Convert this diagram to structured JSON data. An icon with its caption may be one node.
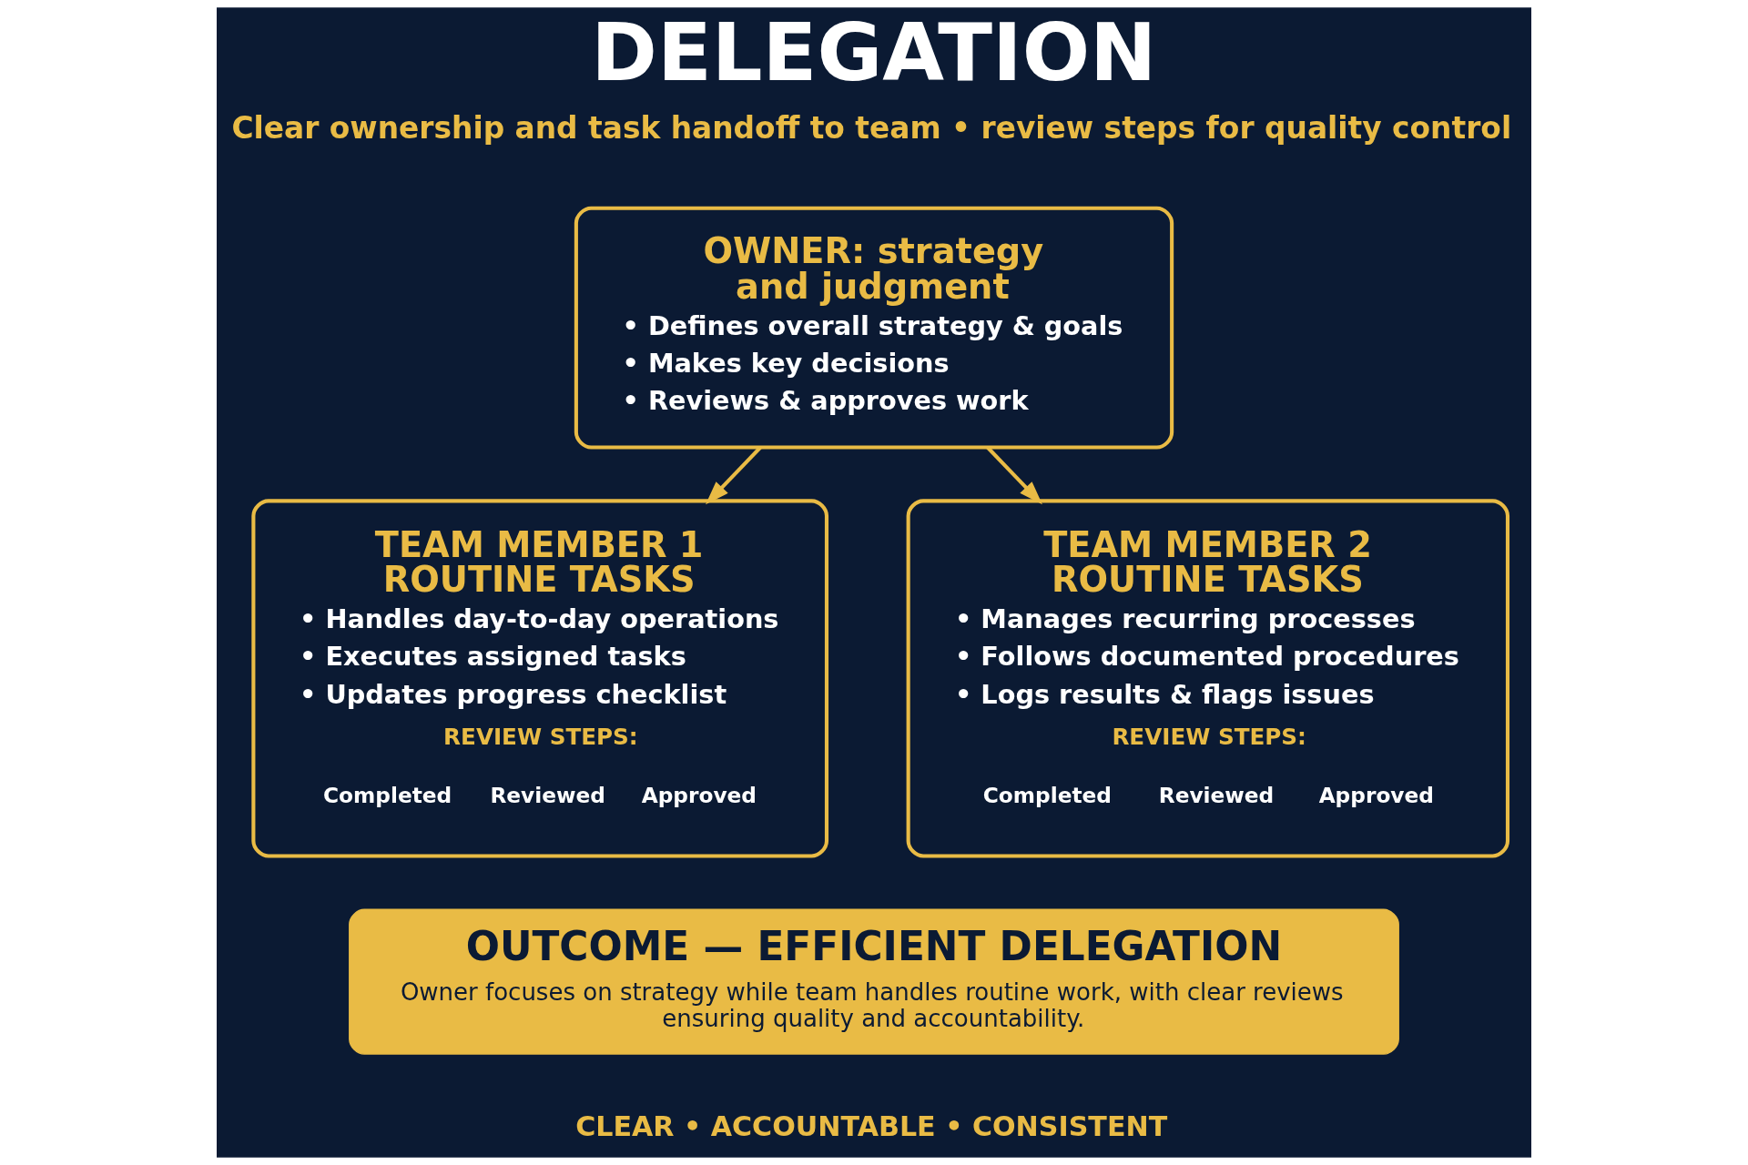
{
  "diagram": {
    "title": "DELEGATION",
    "nodes": [
      {
        "text": [
          "OWNER: strategy and judgment",
          "• Defines overall strategy & goals",
          "• Makes key decisions",
          "• Reviews & approves work"
        ]
      },
      {
        "text": [
          "TEAM MEMBER 1 ROUTINE TASKS",
          "• Handles day-to-day operations",
          "• Executes assigned tasks",
          "• Updates progress checklist",
          "REVIEW STEPS:",
          "Completed",
          "Reviewed",
          "Approved"
        ]
      },
      {
        "text": [
          "TEAM MEMBER 2 ROUTINE TASKS",
          "• Manages recurring processes",
          "• Follows documented procedures",
          "• Logs results & flags issues",
          "REVIEW STEPS:",
          "Completed",
          "Reviewed",
          "Approved"
        ]
      },
      {
        "text": [
          "OUTCOME — EFFICIENT DELEGATION",
          "Owner focuses on strategy while team handles routine work, with clear reviews ensuring quality and accountability."
        ]
      }
    ],
    "edges": [
      {
        "from": 0,
        "to": 1,
        "arrow": "to"
      },
      {
        "from": 0,
        "to": 2,
        "arrow": "to"
      }
    ],
    "labels": [
      "Clear ownership and task handoff to team • review steps for quality control",
      "CLEAR • ACCOUNTABLE • CONSISTENT"
    ]
  }
}
